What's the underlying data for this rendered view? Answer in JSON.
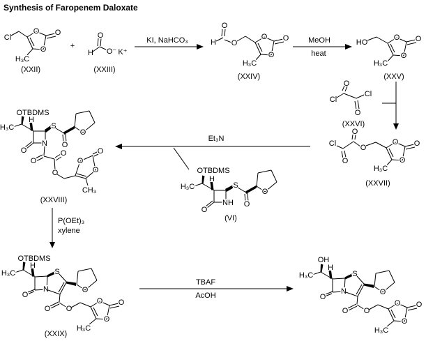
{
  "title": "Synthesis of Faropenem Daloxate",
  "operators": {
    "plus": "+"
  },
  "atoms": {
    "o": "O",
    "cl": "Cl",
    "s": "S",
    "n": "N",
    "nh": "NH",
    "h": "H",
    "h3c": "H₃C",
    "ch3": "CH₃",
    "ho": "HO",
    "oh": "OH",
    "otbdms": "OTBDMS",
    "o_minus": "O⁻",
    "k_plus": "K⁺"
  },
  "compounds": {
    "xxii": "(XXII)",
    "xxiii": "(XXIII)",
    "xxiv": "(XXIV)",
    "xxv": "(XXV)",
    "xxvi": "(XXVI)",
    "xxvii": "(XXVII)",
    "xxviii": "(XXVIII)",
    "vi": "(VI)",
    "xxix": "(XXIX)"
  },
  "reagents": {
    "step1": "KI, NaHCO₃",
    "step2a": "MeOH",
    "step2b": "heat",
    "step4": "Et₃N",
    "step5a": "P(OEt)₃",
    "step5b": "xylene",
    "step6a": "TBAF",
    "step6b": "AcOH"
  },
  "colors": {
    "ink": "#000000",
    "background": "#ffffff"
  }
}
